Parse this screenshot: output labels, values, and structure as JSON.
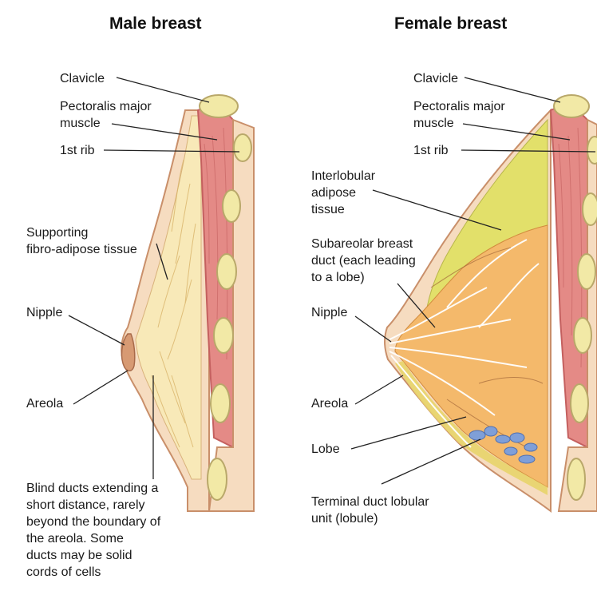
{
  "titles": {
    "male": "Male breast",
    "female": "Female breast"
  },
  "male_labels": {
    "clavicle": "Clavicle",
    "pectoralis_1": "Pectoralis major",
    "pectoralis_2": "muscle",
    "rib": "1st rib",
    "supporting_1": "Supporting",
    "supporting_2": "fibro-adipose tissue",
    "nipple": "Nipple",
    "areola": "Areola",
    "blind_ducts": [
      "Blind ducts extending a",
      "short distance, rarely",
      "beyond the boundary of",
      "the areola.  Some",
      "ducts may be solid",
      "cords of cells"
    ]
  },
  "female_labels": {
    "clavicle": "Clavicle",
    "pectoralis_1": "Pectoralis major",
    "pectoralis_2": "muscle",
    "rib": "1st rib",
    "interlobular": [
      "Interlobular",
      "adipose",
      "tissue"
    ],
    "subareolar": [
      "Subareolar breast",
      "duct (each leading",
      "to a lobe)"
    ],
    "nipple": "Nipple",
    "areola": "Areola",
    "lobe": "Lobe",
    "terminal": [
      "Terminal duct lobular",
      "unit (lobule)"
    ]
  },
  "colors": {
    "skin": "#f6dcc0",
    "skin_edge": "#c98f6a",
    "muscle": "#e48a86",
    "muscle_dark": "#c4605f",
    "bone": "#f2e9a6",
    "bone_edge": "#b9a86a",
    "adipose": "#e2e06a",
    "gland": "#f4b96b",
    "lobule": "#7f9fd8",
    "line": "#222222"
  }
}
